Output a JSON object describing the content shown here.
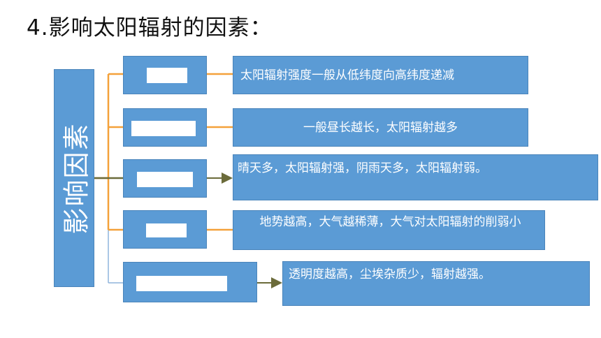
{
  "title": "4.影响太阳辐射的因素：",
  "root": {
    "label": "影响因素"
  },
  "factors": [
    {
      "label": "",
      "description": "太阳辐射强度一般从低纬度向高纬度递减"
    },
    {
      "label": "",
      "description": "一般昼长越长，太阳辐射越多"
    },
    {
      "label": "",
      "description": "晴天多，太阳辐射强，阴雨天多，太阳辐射弱。"
    },
    {
      "label": "",
      "description": "地势越高，大气越稀薄，大气对太阳辐射的削弱小"
    },
    {
      "label": "",
      "description": "透明度越高，尘埃杂质少，辐射越强。"
    }
  ],
  "colors": {
    "box_fill": "#5b9bd5",
    "box_border": "#4a84ba",
    "orange_connector": "#f4a13a",
    "olive_arrow": "#6b6b3a",
    "blue_connector": "#8fb4dc",
    "text_on_box": "#ffffff"
  }
}
